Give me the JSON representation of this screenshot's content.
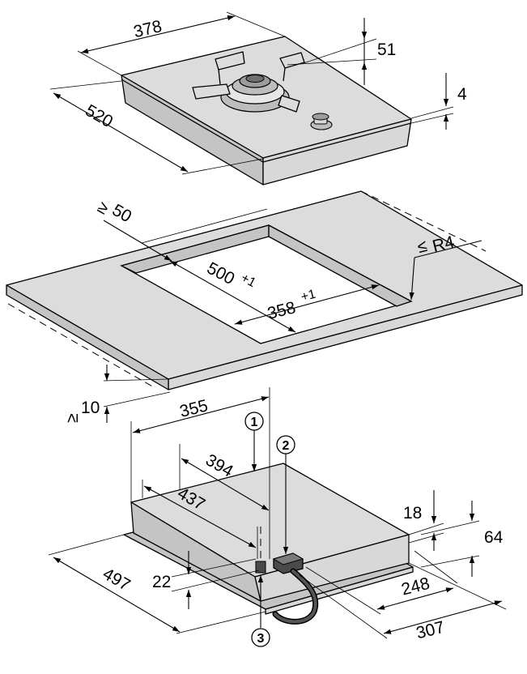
{
  "hob": {
    "dim_width": "378",
    "dim_depth": "520",
    "dim_height": "51",
    "dim_thickness": "4"
  },
  "worktop": {
    "dim_min_margin_prefix": "≥",
    "dim_min_margin": "50",
    "dim_cutout_depth": "500",
    "dim_cutout_depth_tol": "+1",
    "dim_cutout_width": "358",
    "dim_cutout_width_tol": "+1",
    "dim_radius_prefix": "≤",
    "dim_radius": "R4",
    "dim_min_thickness_prefix": "≥",
    "dim_min_thickness": "10"
  },
  "underside": {
    "dim_355": "355",
    "dim_394": "394",
    "dim_437": "437",
    "dim_497": "497",
    "dim_22": "22",
    "dim_18": "18",
    "dim_64": "64",
    "dim_248": "248",
    "dim_307": "307"
  },
  "callouts": [
    "1",
    "2",
    "3"
  ]
}
